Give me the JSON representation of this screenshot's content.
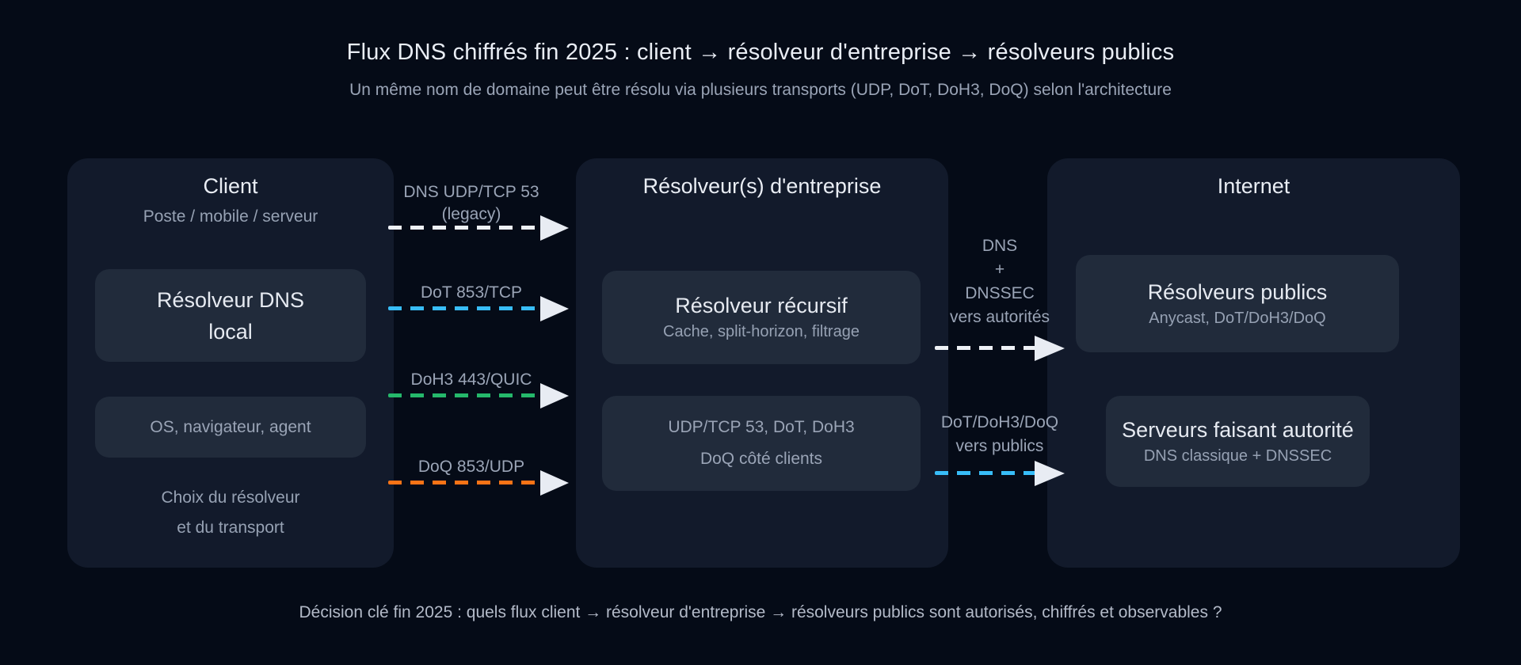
{
  "page": {
    "title": "Flux DNS chiffrés fin 2025 : client → résolveur d'entreprise → résolveurs publics",
    "subtitle": "Un même nom de domaine peut être résolu via plusieurs transports (UDP, DoT, DoH3, DoQ) selon l'architecture",
    "caption": "Décision clé fin 2025 : quels flux client → résolveur d'entreprise → résolveurs publics sont autorisés, chiffrés et observables ?"
  },
  "colors": {
    "background": "#050b17",
    "panel": "#121a2b",
    "inner_box": "#212b3b",
    "text_white": "#e9edf4",
    "text_gray": "#96a1b3",
    "arrow_white": "#eef1f6",
    "arrow_blue": "#38bdf8",
    "arrow_green": "#25b86b",
    "arrow_orange": "#f97316",
    "arrowhead": "#e8ecf3"
  },
  "panels": {
    "client": {
      "title": "Client",
      "subtitle": "Poste / mobile / serveur",
      "local_resolver_box": {
        "line1": "Résolveur DNS",
        "line2": "local"
      },
      "stack_box": "OS, navigateur, agent",
      "footer_line1": "Choix du résolveur",
      "footer_line2": "et du transport"
    },
    "enterprise": {
      "title": "Résolveur(s) d'entreprise",
      "recursive_box": {
        "title": "Résolveur récursif",
        "subtitle": "Cache, split-horizon, filtrage"
      },
      "transports_box": {
        "line1": "UDP/TCP 53, DoT, DoH3",
        "line2": "DoQ côté clients"
      }
    },
    "internet": {
      "title": "Internet",
      "public_resolvers_box": {
        "title": "Résolveurs publics",
        "subtitle": "Anycast, DoT/DoH3/DoQ"
      },
      "authoritative_box": {
        "title": "Serveurs faisant autorité",
        "subtitle": "DNS classique + DNSSEC"
      }
    }
  },
  "flows_client_to_enterprise": [
    {
      "name": "dns-legacy",
      "label_line1": "DNS UDP/TCP 53",
      "label_line2": "(legacy)",
      "color": "#eef1f6"
    },
    {
      "name": "dot",
      "label_line1": "DoT 853/TCP",
      "color": "#38bdf8"
    },
    {
      "name": "doh3",
      "label_line1": "DoH3 443/QUIC",
      "color": "#25b86b"
    },
    {
      "name": "doq",
      "label_line1": "DoQ 853/UDP",
      "color": "#f97316"
    }
  ],
  "flows_enterprise_to_internet": [
    {
      "name": "dns-dnssec-authorities",
      "label_lines": [
        "DNS",
        "+",
        "DNSSEC",
        "vers autorités"
      ],
      "color": "#eef1f6"
    },
    {
      "name": "encrypted-to-publics",
      "label_lines": [
        "DoT/DoH3/DoQ",
        "vers publics"
      ],
      "color": "#38bdf8"
    }
  ]
}
